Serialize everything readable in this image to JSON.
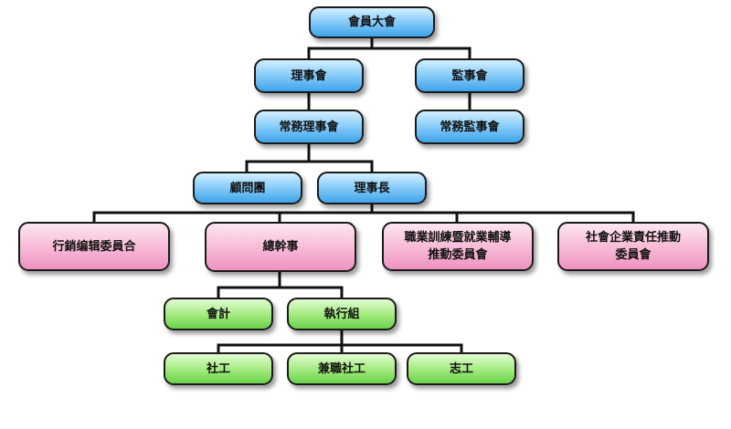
{
  "diagram": {
    "nodes": {
      "members_assembly": "會員大會",
      "board_of_directors": "理事會",
      "board_of_supervisors": "監事會",
      "standing_directors": "常務理事會",
      "standing_supervisors": "常務監事會",
      "advisory_group": "顧問團",
      "chairman": "理事長",
      "marketing_committee": "行銷编辑委員合",
      "secretary_general": "總幹事",
      "vocational_committee": "職業訓練暨就業輔導\n推動委員會",
      "csr_committee": "社會企業責任推動\n委員會",
      "accounting": "會計",
      "executive_team": "執行組",
      "social_worker": "社工",
      "part_time_social_worker": "兼職社工",
      "volunteer": "志工"
    },
    "colors": {
      "tier_blue": "#8ccefa",
      "tier_pink": "#f8bcd8",
      "tier_green": "#a7ec84",
      "connector": "#111111"
    }
  }
}
